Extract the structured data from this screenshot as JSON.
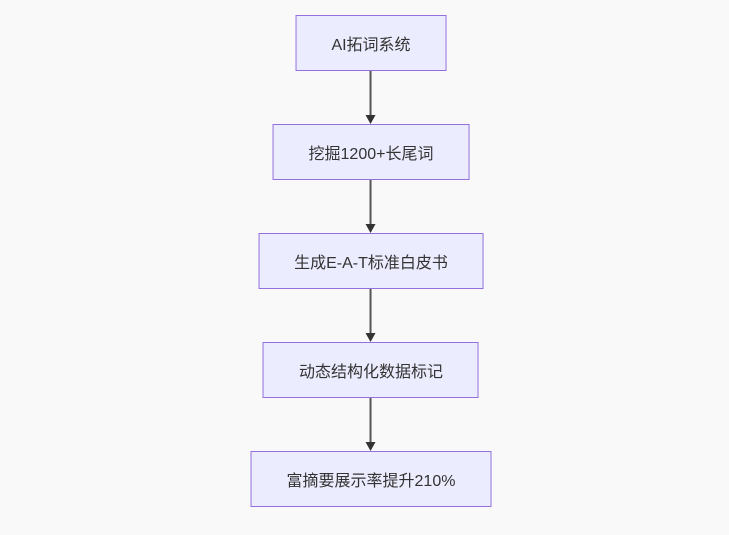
{
  "diagram": {
    "type": "flowchart",
    "direction": "top-down",
    "nodes": [
      {
        "id": "A",
        "label": "AI拓词系统"
      },
      {
        "id": "B",
        "label": "挖掘1200+长尾词"
      },
      {
        "id": "C",
        "label": "生成E-A-T标准白皮书"
      },
      {
        "id": "D",
        "label": "动态结构化数据标记"
      },
      {
        "id": "E",
        "label": "富摘要展示率提升210%"
      }
    ],
    "edges": [
      {
        "from": "A",
        "to": "B"
      },
      {
        "from": "B",
        "to": "C"
      },
      {
        "from": "C",
        "to": "D"
      },
      {
        "from": "D",
        "to": "E"
      }
    ]
  },
  "theme": {
    "background": "#f9f9f9",
    "node_fill": "#ececff",
    "node_border": "#9370db",
    "edge_line": "#555555",
    "arrow_head": "#333333",
    "text": "#333333"
  }
}
